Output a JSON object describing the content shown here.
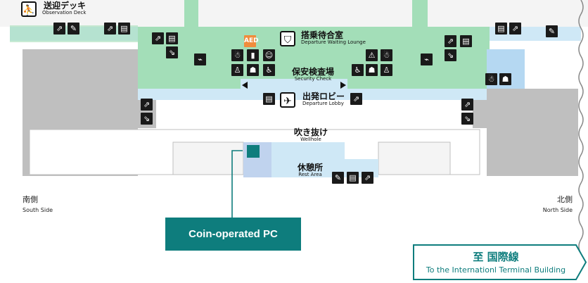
{
  "areas": {
    "observation_deck": {
      "jp": "送迎デッキ",
      "en": "Observation Deck"
    },
    "departure_waiting": {
      "jp": "搭乗待合室",
      "en": "Departure Waiting Lounge"
    },
    "security_check": {
      "jp": "保安検査場",
      "en": "Security Check"
    },
    "departure_lobby": {
      "jp": "出発ロビー",
      "en": "Departure Lobby"
    },
    "wellhole": {
      "jp": "吹き抜け",
      "en": "Wellhole"
    },
    "rest_area": {
      "jp": "休憩所",
      "en": "Rest Area"
    }
  },
  "sides": {
    "south": {
      "jp": "南側",
      "en": "South Side"
    },
    "north": {
      "jp": "北側",
      "en": "North Side"
    }
  },
  "callout": {
    "label": "Coin-operated PC"
  },
  "international_link": {
    "jp": "至 国際線",
    "en": "To the Internationl Terminal Building"
  },
  "icons": {
    "aed": "AED",
    "escalator": "escalator-icon",
    "elevator": "elevator-icon",
    "restroom": "restroom-icon",
    "smoking": "smoking-icon",
    "wheelchair": "wheelchair-icon",
    "nursing": "nursing-room-icon",
    "charging": "charging-icon"
  },
  "colors": {
    "lounge_green": "#a3deb8",
    "corridor_blue": "#cfe8f6",
    "blue_zone": "#b5d8f2",
    "wall_gray": "#bfbfbf",
    "accent_teal": "#0e7d7d",
    "pc_marker": "#0e7d7d",
    "elevator_yellow": "#f7e8a6"
  }
}
